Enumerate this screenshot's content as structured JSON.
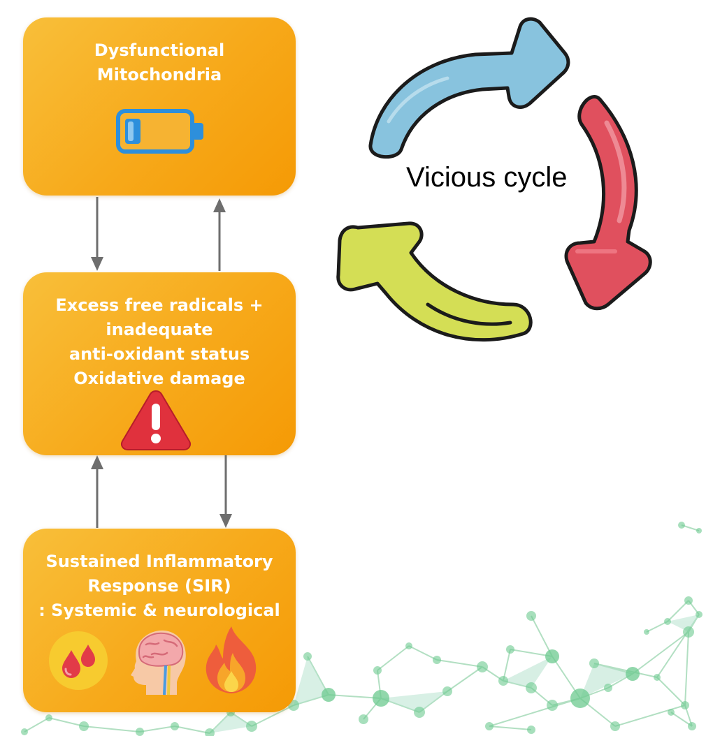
{
  "boxes": {
    "mitochondria": {
      "lines": [
        "Dysfunctional",
        "Mitochondria"
      ],
      "icon": "low-battery-icon"
    },
    "radicals": {
      "lines": [
        "Excess free radicals +",
        "inadequate",
        "anti-oxidant status",
        "Oxidative damage"
      ],
      "icon": "warning-triangle-icon"
    },
    "sir": {
      "lines": [
        "Sustained Inflammatory",
        "Response (SIR)",
        ": Systemic & neurological"
      ],
      "icons": [
        "blood-drops-icon",
        "brain-nerve-icon",
        "fire-icon"
      ]
    }
  },
  "cycle": {
    "label": "Vicious cycle",
    "arrows": [
      "blue-arrow",
      "red-arrow",
      "green-arrow"
    ]
  },
  "colors": {
    "box_orange": "#f7a91a",
    "cycle_blue": "#88c3de",
    "cycle_red": "#e0505e",
    "cycle_green": "#d4de55",
    "connector_gray": "#6e6e6e",
    "network_green": "#6cc98f"
  }
}
